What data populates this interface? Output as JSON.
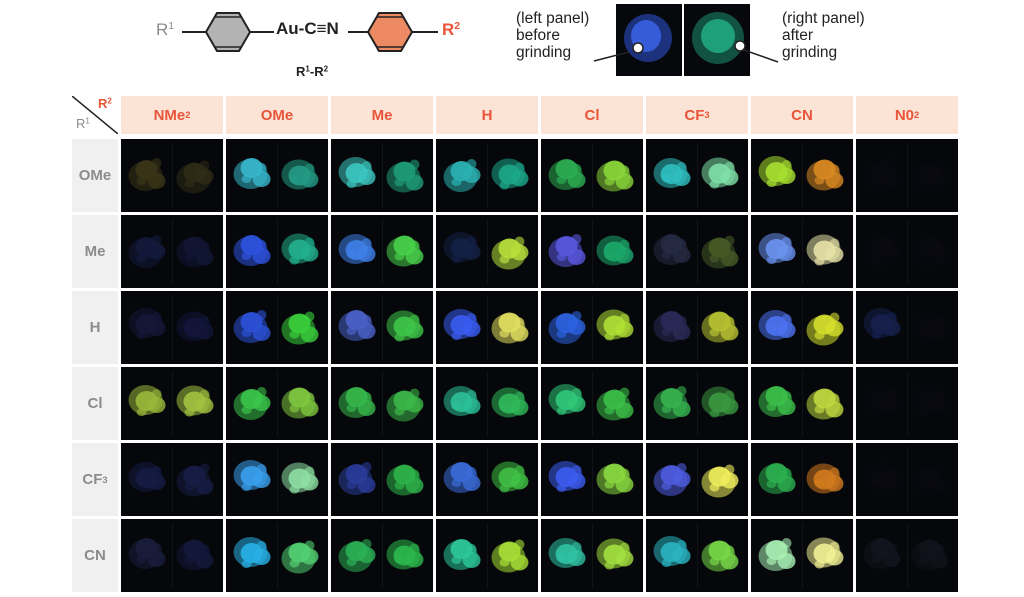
{
  "structure": {
    "r1": "R",
    "r1_sup": "1",
    "core": "Au-C≡N",
    "r2": "R",
    "r2_sup": "2",
    "compound_label": "R",
    "compound_sup1": "1",
    "compound_mid": "-R",
    "compound_sup2": "2",
    "colors": {
      "left_ring": "#b3b3b3",
      "right_ring": "#ee8a63",
      "r2_text": "#e8553a",
      "r1_text": "#8c8c8c"
    }
  },
  "legend": {
    "left_lines": [
      "(left panel)",
      "before",
      "grinding"
    ],
    "right_lines": [
      "(right panel)",
      "after",
      "grinding"
    ],
    "before_color": "#2f55d8",
    "after_color": "#1d9c78"
  },
  "grid": {
    "corner": {
      "r2": "R",
      "r2_sup": "2",
      "r1": "R",
      "r1_sup": "1"
    },
    "columns": [
      {
        "text": "NMe",
        "sub": "2"
      },
      {
        "text": "OMe",
        "sub": ""
      },
      {
        "text": "Me",
        "sub": ""
      },
      {
        "text": "H",
        "sub": ""
      },
      {
        "text": "Cl",
        "sub": ""
      },
      {
        "text": "CF",
        "sub": "3"
      },
      {
        "text": "CN",
        "sub": ""
      },
      {
        "text": "N0",
        "sub": "2"
      }
    ],
    "rows": [
      {
        "text": "OMe",
        "sub": ""
      },
      {
        "text": "Me",
        "sub": ""
      },
      {
        "text": "H",
        "sub": ""
      },
      {
        "text": "Cl",
        "sub": ""
      },
      {
        "text": "CF",
        "sub": "3"
      },
      {
        "text": "CN",
        "sub": ""
      }
    ],
    "cells": [
      [
        [
          "#3b3418",
          "#2f2c16"
        ],
        [
          "#37b7cc",
          "#239a84"
        ],
        [
          "#3cc6c0",
          "#1f9c78"
        ],
        [
          "#2cb2b2",
          "#1ca88a"
        ],
        [
          "#2cae52",
          "#8bd63a"
        ],
        [
          "#2fbfc0",
          "#7fe0a8"
        ],
        [
          "#a8e030",
          "#d98a22"
        ],
        [
          "#0b0c10",
          "#0b0c10"
        ]
      ],
      [
        [
          "#141a3c",
          "#121634"
        ],
        [
          "#2e54e0",
          "#22b08e"
        ],
        [
          "#3f80e8",
          "#48d24a"
        ],
        [
          "#142046",
          "#b6e03c"
        ],
        [
          "#5a58e0",
          "#1ca86a"
        ],
        [
          "#262a44",
          "#465a26"
        ],
        [
          "#6a92f0",
          "#e6e2a6"
        ],
        [
          "#0b0c10",
          "#0b0c10"
        ]
      ],
      [
        [
          "#161638",
          "#13153a"
        ],
        [
          "#2c52d8",
          "#3ad03c"
        ],
        [
          "#4a62c8",
          "#3ec648"
        ],
        [
          "#3a5cf2",
          "#e2e060"
        ],
        [
          "#2c62e0",
          "#b0e036"
        ],
        [
          "#2a2a58",
          "#b8c232"
        ],
        [
          "#4c72f0",
          "#d4de2c"
        ],
        [
          "#16204e",
          "#0b0c10"
        ]
      ],
      [
        [
          "#9ab83a",
          "#a2c240"
        ],
        [
          "#3ac44a",
          "#80c840"
        ],
        [
          "#36b84a",
          "#3cb848"
        ],
        [
          "#2cc098",
          "#30b85a"
        ],
        [
          "#30c878",
          "#3cc048"
        ],
        [
          "#36b450",
          "#3a9840"
        ],
        [
          "#3cc04a",
          "#c0d840"
        ],
        [
          "#0b0c10",
          "#0b0c10"
        ]
      ],
      [
        [
          "#161c44",
          "#171e46"
        ],
        [
          "#3aa0ee",
          "#8ee0a4"
        ],
        [
          "#2a3c9a",
          "#2eb44a"
        ],
        [
          "#3a6cd8",
          "#40c044"
        ],
        [
          "#3c5cf0",
          "#8ad840"
        ],
        [
          "#4e5ce0",
          "#f0ee5c"
        ],
        [
          "#2cb050",
          "#d27a1e"
        ],
        [
          "#0b0c10",
          "#0b0c10"
        ]
      ],
      [
        [
          "#1a1e3c",
          "#14183c"
        ],
        [
          "#28b0e6",
          "#52d072"
        ],
        [
          "#2cb056",
          "#2cb84c"
        ],
        [
          "#2cc89a",
          "#a8e036"
        ],
        [
          "#30c2a4",
          "#a2e040"
        ],
        [
          "#2ab4c2",
          "#78d848"
        ],
        [
          "#a8f0b4",
          "#f0f094"
        ],
        [
          "#14141e",
          "#12121c"
        ]
      ]
    ]
  }
}
